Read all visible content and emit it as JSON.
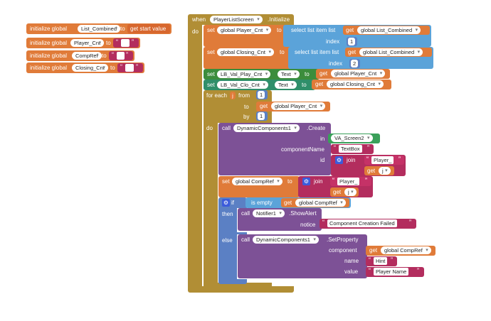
{
  "globals": [
    {
      "keyword": "initialize global",
      "name": "List_Combined",
      "to": "to",
      "value": "get start value"
    },
    {
      "keyword": "initialize global",
      "name": "Player_Cnt",
      "to": "to",
      "value": ""
    },
    {
      "keyword": "initialize global",
      "name": "CompRef",
      "to": "to",
      "value": ""
    },
    {
      "keyword": "initialize global",
      "name": "Closing_Cnt",
      "to": "to",
      "value": ""
    }
  ],
  "event": {
    "when": "when",
    "component": "PlayerListScreen",
    "event_name": ".Initialize",
    "do": "do"
  },
  "set_player_cnt": {
    "set": "set",
    "var": "global Player_Cnt",
    "to": "to",
    "select": "select list item  list",
    "get": "get",
    "list_var": "global List_Combined",
    "index": "index",
    "index_val": "1"
  },
  "set_closing_cnt": {
    "set": "set",
    "var": "global Closing_Cnt",
    "to": "to",
    "select": "select list item  list",
    "get": "get",
    "list_var": "global List_Combined",
    "index": "index",
    "index_val": "2"
  },
  "set_lb_play": {
    "set": "set",
    "comp": "LB_Val_Play_Cnt",
    "prop": "Text",
    "to": "to",
    "get": "get",
    "var": "global Player_Cnt"
  },
  "set_lb_clo": {
    "set": "set",
    "comp": "LB_Val_Clo_Cnt",
    "prop": "Text",
    "to": "to",
    "get": "get",
    "var": "global Closing_Cnt"
  },
  "for_each": {
    "for_each": "for each",
    "var": "j",
    "from": "from",
    "from_val": "1",
    "to": "to",
    "get": "get",
    "to_var": "global Player_Cnt",
    "by": "by",
    "by_val": "1",
    "do": "do"
  },
  "create": {
    "call": "call",
    "comp": "DynamicComponents1",
    "method": ".Create",
    "in": "in",
    "in_val": "VA_Screen2",
    "componentName": "componentName",
    "componentName_val": "TextBox",
    "id": "id",
    "join": "join",
    "str": "Player_",
    "get": "get",
    "get_var": "j"
  },
  "set_compref": {
    "set": "set",
    "var": "global CompRef",
    "to": "to",
    "join": "join",
    "str": "Player_",
    "get": "get",
    "get_var": "j"
  },
  "if_block": {
    "if": "if",
    "is_empty": "is empty",
    "get": "get",
    "var": "global CompRef",
    "then": "then",
    "else": "else"
  },
  "alert": {
    "call": "call",
    "comp": "Notifier1",
    "method": ".ShowAlert",
    "notice": "notice",
    "text": "Component Creation Failed"
  },
  "setprop": {
    "call": "call",
    "comp": "DynamicComponents1",
    "method": ".SetProperty",
    "component": "component",
    "get": "get",
    "comp_var": "global CompRef",
    "name": "name",
    "name_val": "Hint",
    "value": "value",
    "value_val": "Player Name"
  }
}
